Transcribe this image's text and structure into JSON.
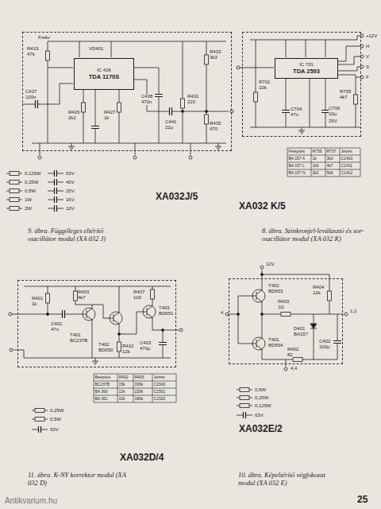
{
  "diagram": {
    "nodes": [
      {
        "text": [
          "XA032J/5"
        ]
      },
      {
        "text": [
          "IC 426",
          "TDA 1170S"
        ],
        "in": 0
      },
      {
        "text": [
          "XA032 K/5"
        ]
      },
      {
        "text": [
          "IC 701",
          "TDA 2593"
        ],
        "in": 2
      },
      {
        "text": [
          "XA032D/4"
        ]
      },
      {
        "text": [
          "XA032E/2"
        ]
      }
    ],
    "labels": [
      "Frekv",
      "R419",
      "47k",
      "C437",
      "100n",
      "R426",
      "2k2",
      "R427",
      "1k",
      "C438",
      "470n",
      "R431",
      "220",
      "R433",
      "3k3",
      "R435",
      "470",
      "C441",
      "22μ",
      "VD401",
      "9. ábra. Függőleges eltérítő oszcillátor modul (XA 032 J)",
      "+12V",
      "H",
      "V",
      "S",
      "F",
      "R701",
      "10k",
      "R705",
      "4k7",
      "C704",
      "47n",
      "C706",
      "10μ",
      "25V",
      "Felépítés",
      "R756",
      "R757",
      "Jelzés",
      "BA 157 A",
      "1k",
      "3k3",
      "C1410",
      "BA 157 L",
      "1k5",
      "4k7",
      "C1411",
      "BA 157 N",
      "2k2",
      "5k6",
      "C1412",
      "8. ábra. Szinkronjel-leválasztó és sor-oszcillátor modul (XA 032 K)",
      "R401",
      "1k",
      "C401",
      "47n",
      "R403",
      "4k7",
      "T401",
      "BC237B",
      "T402",
      "BD650",
      "T403",
      "BD651",
      "R407",
      "100",
      "R410",
      "12k",
      "C403",
      "470μ",
      "Beépítve",
      "R402",
      "R405",
      "Jelzés",
      "BC237B",
      "15k",
      "330k",
      "C1500",
      "BA 360",
      "12k",
      "220k",
      "C1501",
      "BA 361",
      "10k",
      "180k",
      "C1502",
      "11. ábra. K-NY korrektor modul (XA 032 D)",
      "12V",
      "T402",
      "BD653",
      "T401",
      "BD654",
      "R403",
      "1Ω",
      "R404",
      "12k",
      "D401",
      "BA157",
      "R402",
      "82",
      "C402",
      "100μ",
      "4",
      "1,2",
      "4,4",
      "10. ábra. Képeltérítő végfokozat modul (XA 032 E)",
      "25",
      "Antikvarium.hu"
    ],
    "legend": [
      {
        "text": "0,125W"
      },
      {
        "text": "0,25W"
      },
      {
        "text": "0,5W"
      },
      {
        "text": "1W"
      },
      {
        "text": "2W"
      },
      {
        "text": "63V"
      },
      {
        "text": "40V"
      },
      {
        "text": "25V"
      },
      {
        "text": "16V"
      },
      {
        "text": "10V"
      },
      {
        "text": "0,25W"
      },
      {
        "text": "0,5W"
      },
      {
        "text": "63V"
      },
      {
        "text": "0,5W"
      },
      {
        "text": "0,25W"
      },
      {
        "text": "0,125W"
      },
      {
        "text": "63V"
      }
    ]
  }
}
